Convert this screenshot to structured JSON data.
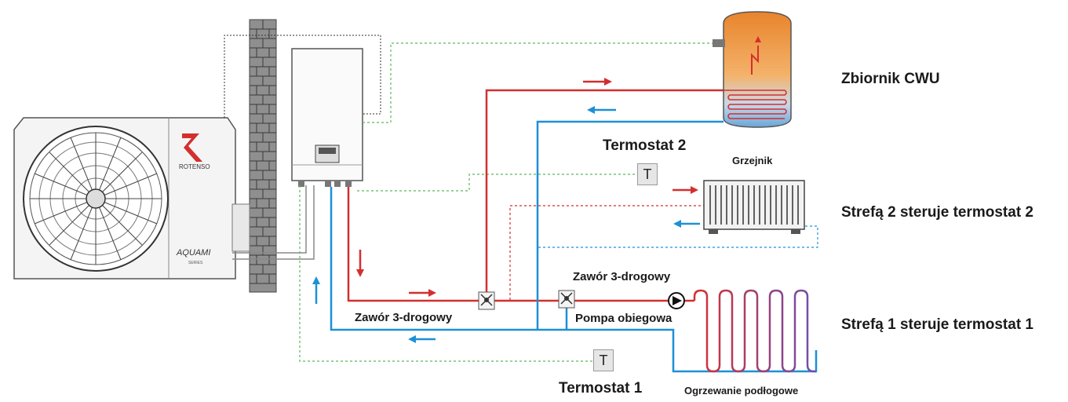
{
  "labels": {
    "tank": "Zbiornik CWU",
    "zone2": "Strefą 2 steruje termostat 2",
    "zone1": "Strefą 1 steruje termostat 1",
    "thermostat2": "Termostat 2",
    "thermostat1": "Termostat 1",
    "radiator": "Grzejnik",
    "valve_upper": "Zawór 3-drogowy",
    "valve_lower": "Zawór 3-drogowy",
    "pump": "Pompa obiegowa",
    "floor_heating": "Ogrzewanie podłogowe"
  },
  "thermostat_symbol": "T",
  "outdoor_unit": {
    "brand": "ROTENSO",
    "series": "AQUAMI",
    "series_sub": "SERIES"
  },
  "colors": {
    "supply": "#d32f2f",
    "return": "#1e90d6",
    "signal": "#5cb85c",
    "wiring": "#333333",
    "tank": "#f0a040",
    "wall": "#8c8c8c"
  },
  "icons": [
    "brick-wall-icon",
    "fan-icon",
    "arrow-icon",
    "three-way-valve-icon",
    "pump-icon",
    "thermostat-icon",
    "heating-coil-icon"
  ]
}
